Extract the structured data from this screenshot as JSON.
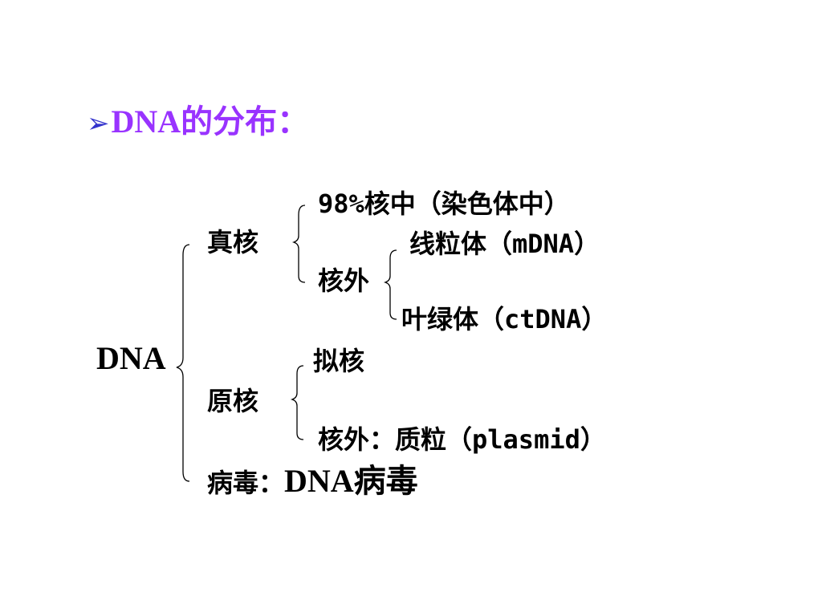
{
  "title": {
    "bullet_icon": "arrow-bullet-icon",
    "bullet_glyph": "➢",
    "text": "DNA的分布：",
    "color": "#9933ff",
    "bullet_color": "#3333cc"
  },
  "tree": {
    "root": "DNA",
    "eukaryote": {
      "label": "真核",
      "nuclear": "98%核中（染色体中）",
      "extranuclear": {
        "label": "核外",
        "mitochondria": "线粒体（mDNA）",
        "chloroplast": "叶绿体（ctDNA）"
      }
    },
    "prokaryote": {
      "label": "原核",
      "nucleoid": "拟核",
      "extranuclear": "核外：质粒（plasmid）"
    },
    "virus": {
      "label": "病毒：",
      "value": "DNA病毒"
    }
  }
}
